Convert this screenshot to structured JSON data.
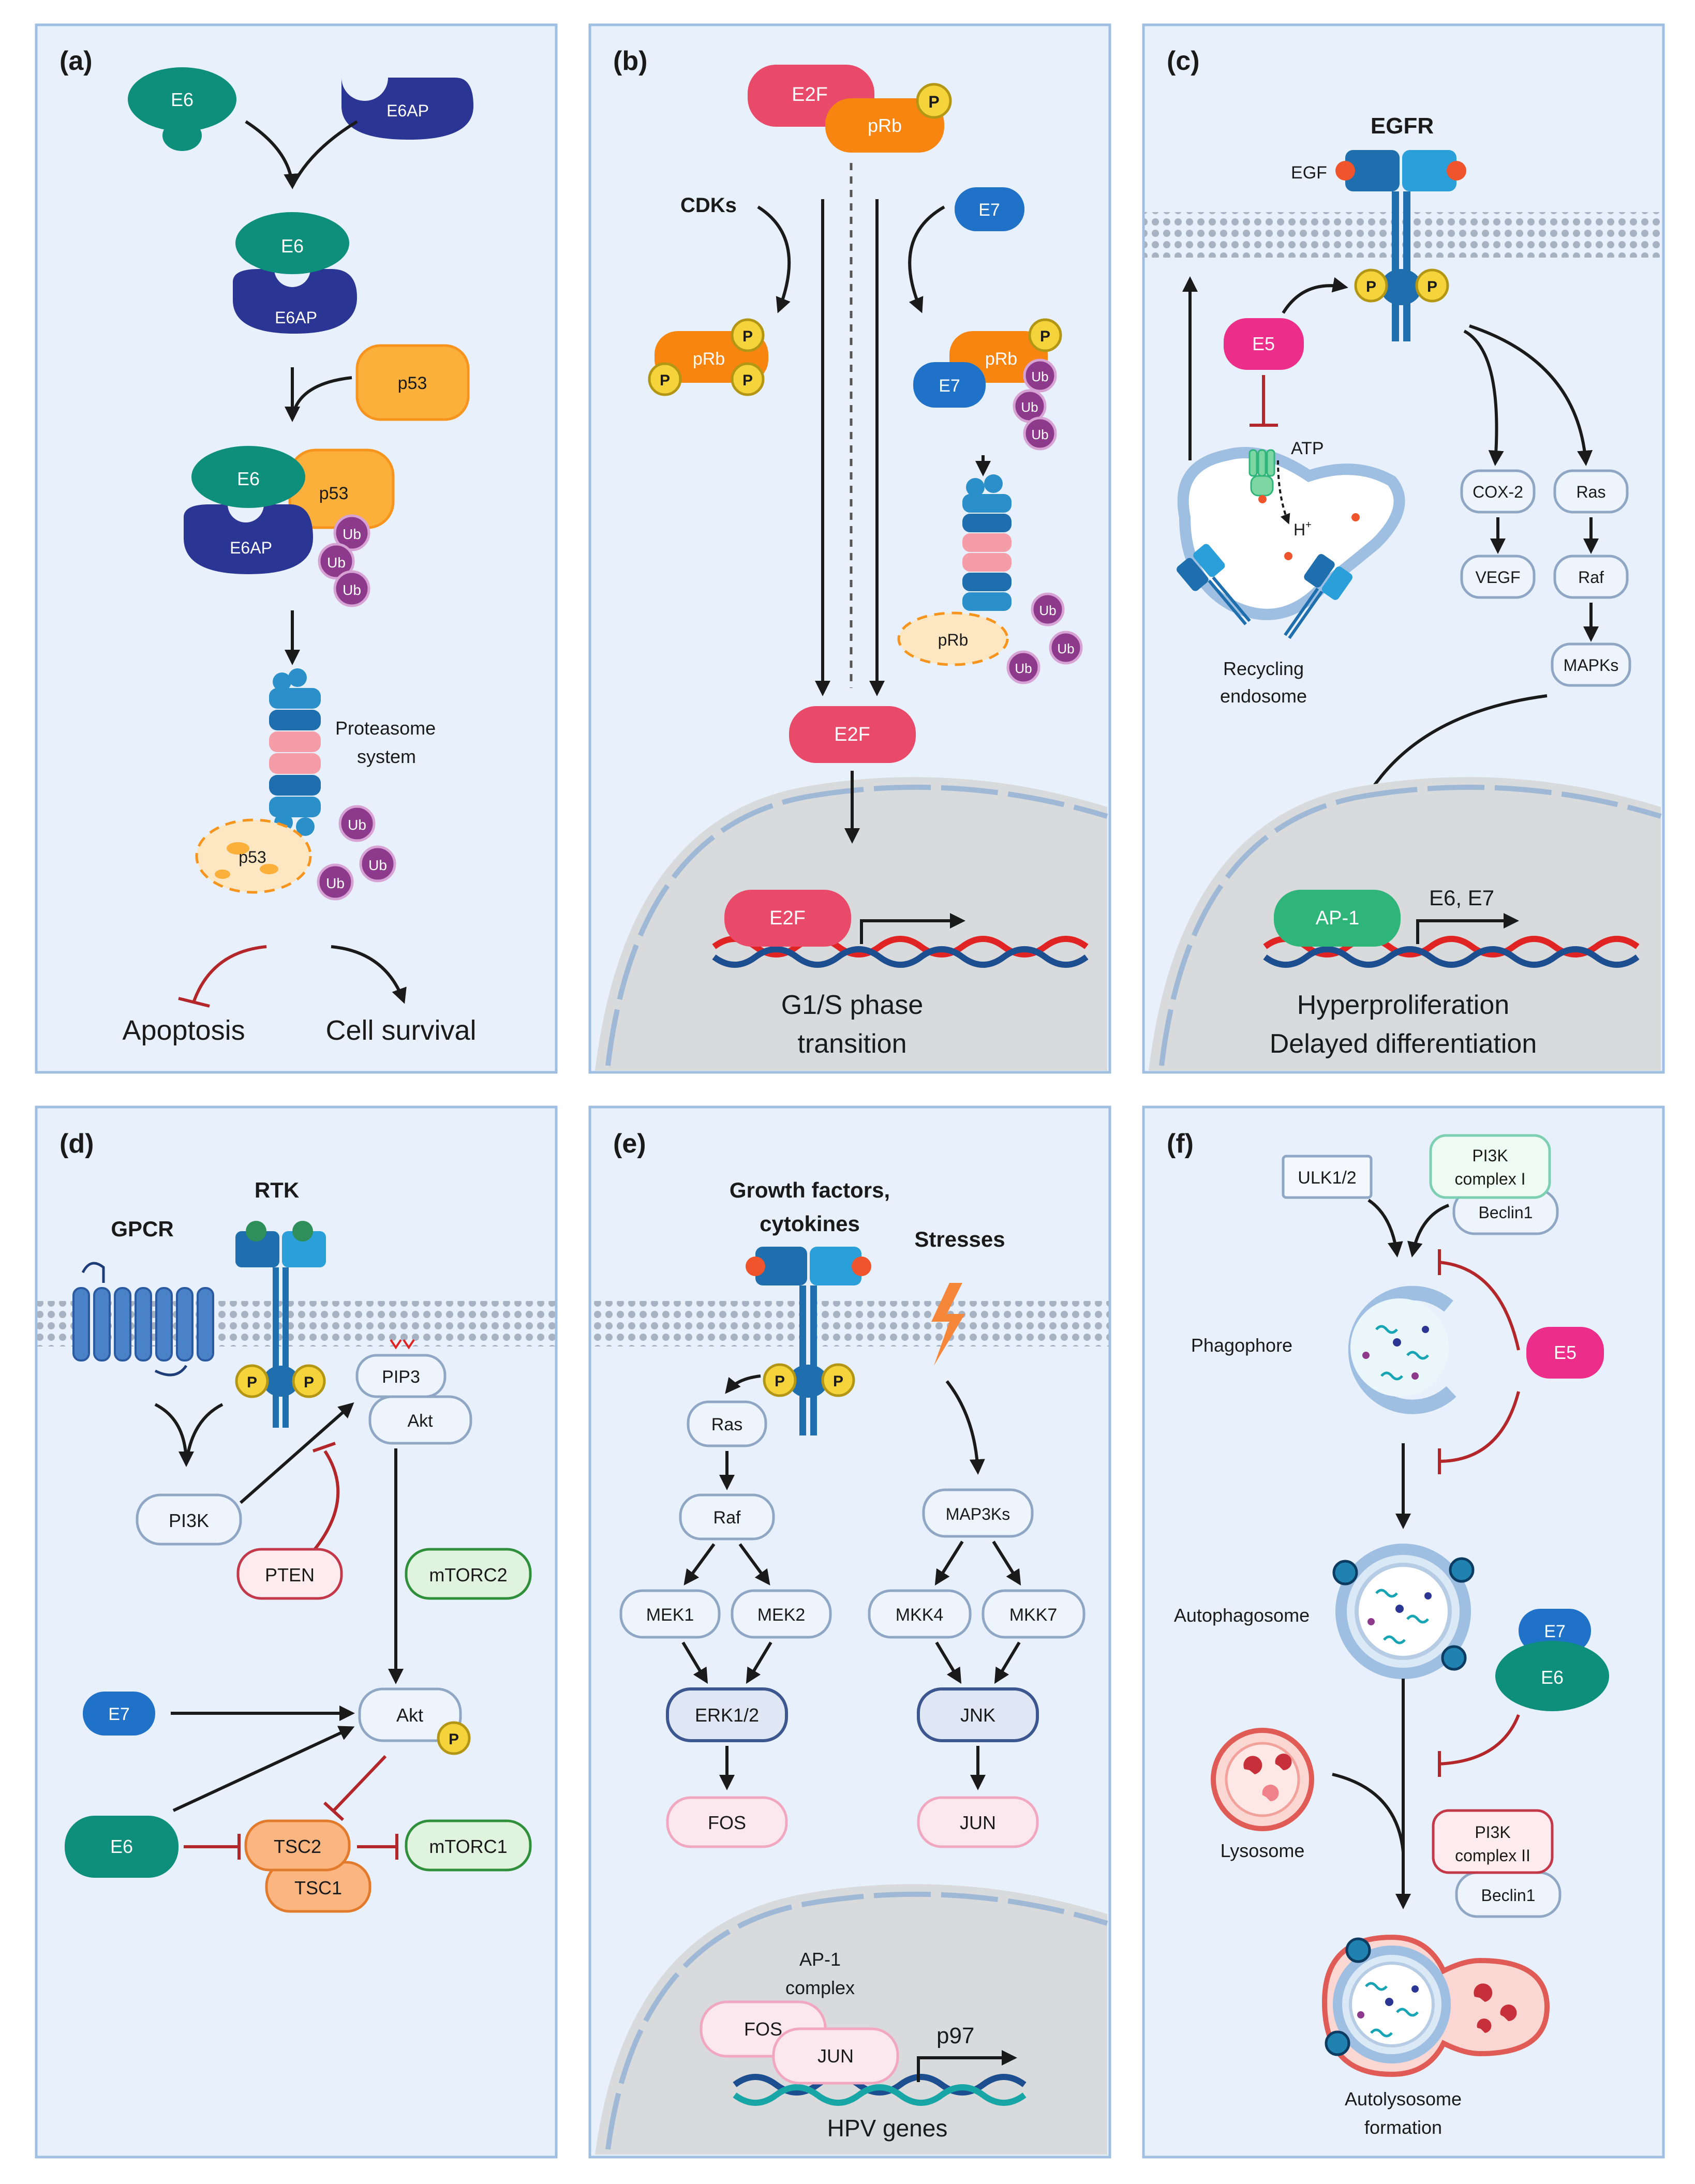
{
  "panels": {
    "a": {
      "tag": "(a)",
      "e6": "E6",
      "e6ap": "E6AP",
      "p53": "p53",
      "ub": "Ub",
      "proteasome_1": "Proteasome",
      "proteasome_2": "system",
      "apoptosis": "Apoptosis",
      "cell_survival": "Cell survival"
    },
    "b": {
      "tag": "(b)",
      "e2f": "E2F",
      "prb": "pRb",
      "p": "P",
      "cdks": "CDKs",
      "e7": "E7",
      "ub": "Ub",
      "transition_1": "G1/S phase",
      "transition_2": "transition"
    },
    "c": {
      "tag": "(c)",
      "egfr": "EGFR",
      "egf": "EGF",
      "e5": "E5",
      "atp": "ATP",
      "h": "H",
      "h_sup": "+",
      "endosome_1": "Recycling",
      "endosome_2": "endosome",
      "cox2": "COX-2",
      "vegf": "VEGF",
      "ras": "Ras",
      "raf": "Raf",
      "mapks": "MAPKs",
      "ap1": "AP-1",
      "e6e7": "E6, E7",
      "p": "P",
      "out_1": "Hyperproliferation",
      "out_2": "Delayed differentiation"
    },
    "d": {
      "tag": "(d)",
      "gpcr": "GPCR",
      "rtk": "RTK",
      "pip3": "PIP3",
      "akt": "Akt",
      "pi3k": "PI3K",
      "pten": "PTEN",
      "mtorc2": "mTORC2",
      "e7": "E7",
      "e6": "E6",
      "tsc2": "TSC2",
      "tsc1": "TSC1",
      "mtorc1": "mTORC1",
      "p": "P"
    },
    "e": {
      "tag": "(e)",
      "gf_1": "Growth factors,",
      "gf_2": "cytokines",
      "stresses": "Stresses",
      "ras": "Ras",
      "raf": "Raf",
      "mek1": "MEK1",
      "mek2": "MEK2",
      "erk": "ERK1/2",
      "fos": "FOS",
      "map3ks": "MAP3Ks",
      "mkk4": "MKK4",
      "mkk7": "MKK7",
      "jnk": "JNK",
      "jun": "JUN",
      "ap1_1": "AP-1",
      "ap1_2": "complex",
      "p97": "p97",
      "hpv": "HPV genes",
      "p": "P"
    },
    "f": {
      "tag": "(f)",
      "ulk": "ULK1/2",
      "pi3k1_1": "PI3K",
      "pi3k1_2": "complex I",
      "beclin1": "Beclin1",
      "phagophore": "Phagophore",
      "e5": "E5",
      "autophagosome": "Autophagosome",
      "e7": "E7",
      "e6": "E6",
      "lysosome": "Lysosome",
      "pi3k2_1": "PI3K",
      "pi3k2_2": "complex II",
      "autolyso_1": "Autolysosome",
      "autolyso_2": "formation"
    }
  },
  "colors": {
    "teal": "#0e8f7c",
    "navy": "#2b3593",
    "orange": "#f7941d",
    "pink": "#ea4a6a",
    "blue": "#1f72c8",
    "magenta": "#ec2d89",
    "green": "#2fb57a",
    "purple": "#8e3a8c"
  }
}
